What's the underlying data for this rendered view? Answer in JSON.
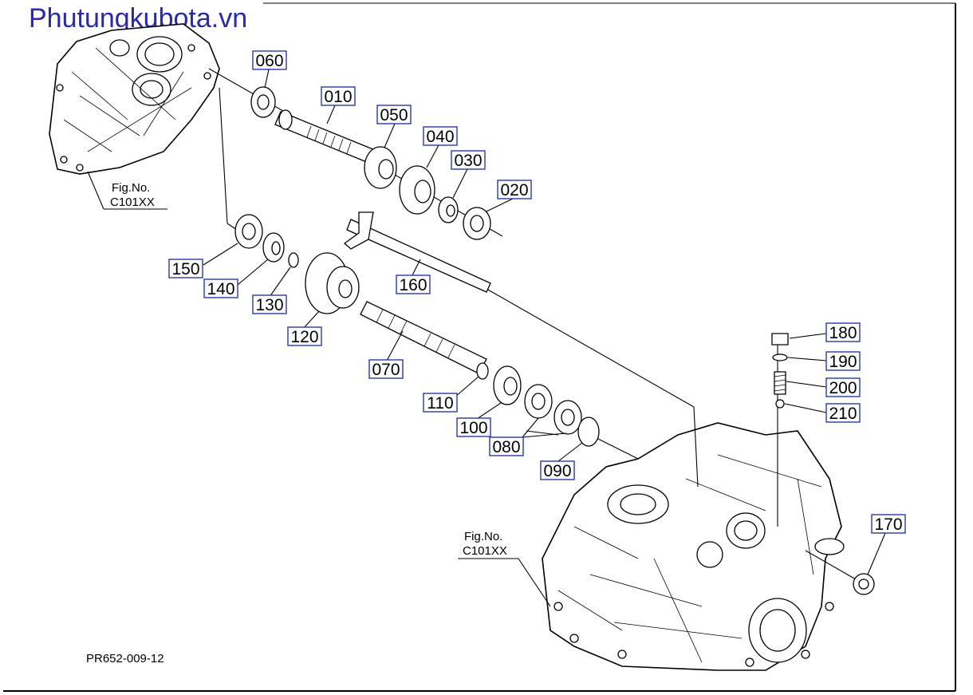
{
  "header": {
    "site_title": "Phutungkubota.vn"
  },
  "diagram": {
    "drawing_code": "PR652-009-12",
    "fig_refs": [
      {
        "line1": "Fig.No.",
        "line2": "C101XX"
      },
      {
        "line1": "Fig.No.",
        "line2": "C101XX"
      }
    ],
    "callouts": [
      "060",
      "010",
      "050",
      "040",
      "030",
      "020",
      "150",
      "140",
      "130",
      "160",
      "120",
      "070",
      "110",
      "100",
      "080",
      "090",
      "180",
      "190",
      "200",
      "210",
      "170"
    ]
  }
}
